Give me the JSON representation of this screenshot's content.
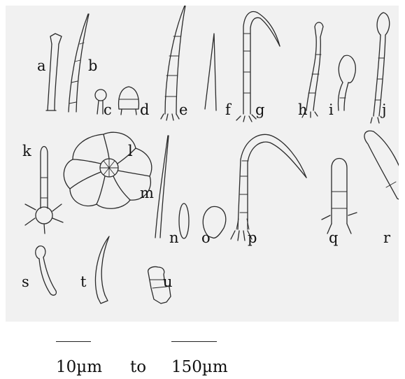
{
  "labels": {
    "a": "a",
    "b": "b",
    "c": "c",
    "d": "d",
    "e": "e",
    "f": "f",
    "g": "g",
    "h": "h",
    "i": "i",
    "j": "j",
    "k": "k",
    "l": "l",
    "m": "m",
    "n": "n",
    "o": "o",
    "p": "p",
    "q": "q",
    "r": "r",
    "s": "s",
    "t": "t",
    "u": "u"
  },
  "scale_bar": {
    "min_label": "10µm",
    "connector": "to",
    "max_label": "150µm"
  },
  "colors": {
    "plate_background": "#f1f1f1",
    "ink": "#2a2a2a"
  }
}
